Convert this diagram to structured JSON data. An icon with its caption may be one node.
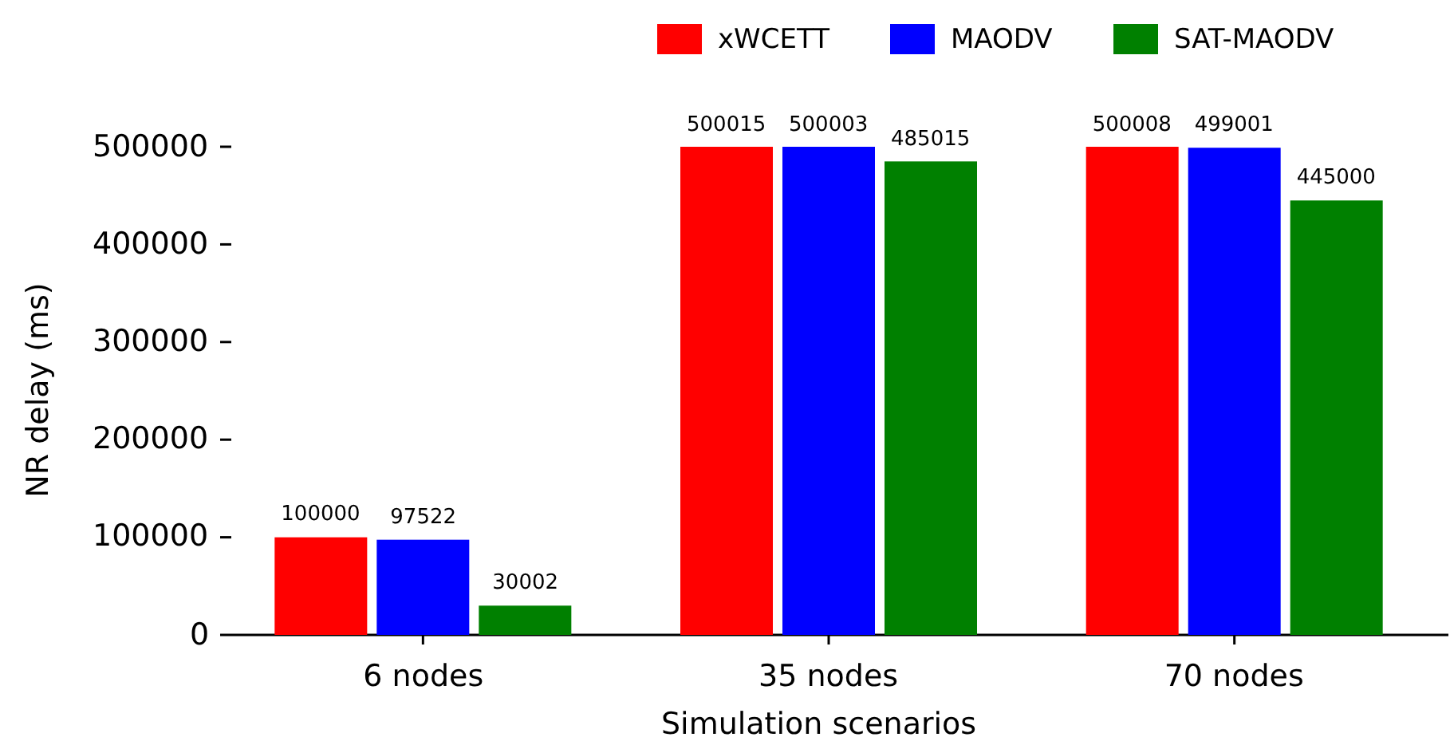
{
  "diagram": {
    "chart_data": {
      "type": "bar",
      "xlabel": "Simulation scenarios",
      "ylabel": "NR delay (ms)",
      "categories": [
        "6 nodes",
        "35 nodes",
        "70 nodes"
      ],
      "series": [
        {
          "name": "xWCETT",
          "color": "#ff0000",
          "values": [
            100000,
            500000,
            500000
          ]
        },
        {
          "name": "MAODV",
          "color": "#0000ff",
          "values": [
            97500,
            500000,
            499000
          ]
        },
        {
          "name": "SAT-MAODV",
          "color": "#008000",
          "values": [
            30000,
            485000,
            445000
          ]
        }
      ],
      "yticks": [
        0,
        100000,
        200000,
        300000,
        400000,
        500000
      ],
      "ylim": [
        0,
        500000
      ],
      "legend": "upper right",
      "value_labels": [
        [
          "100000",
          "500015",
          "500008"
        ],
        [
          "97522",
          "500003",
          "499001"
        ],
        [
          "30002",
          "485015",
          "445000"
        ]
      ]
    }
  }
}
